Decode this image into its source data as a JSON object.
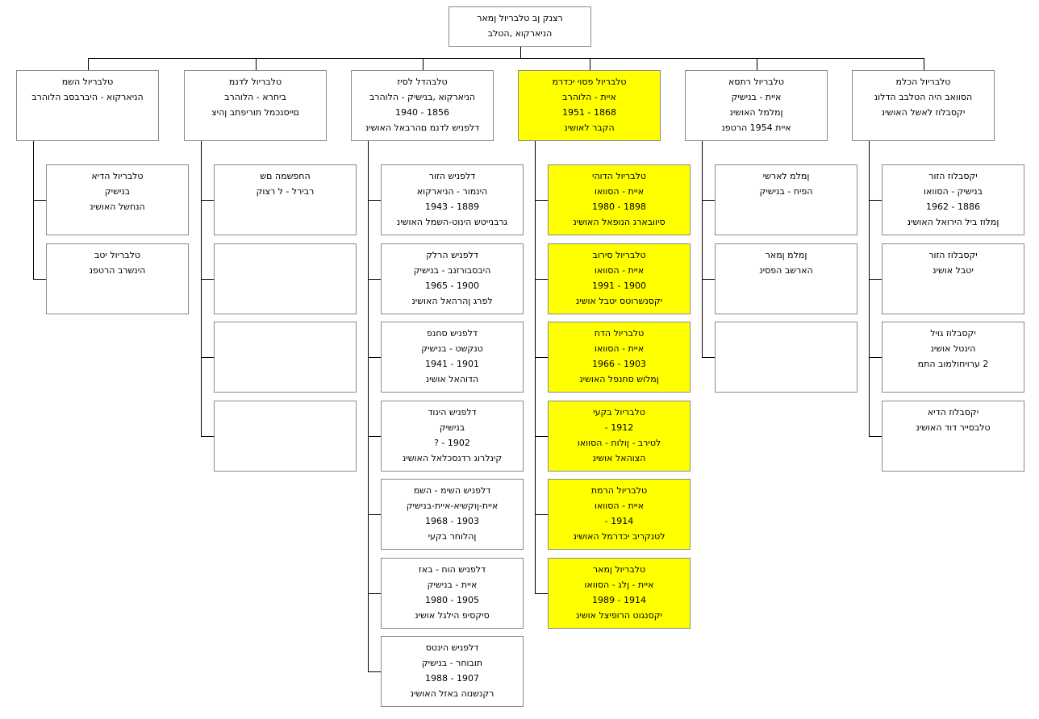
{
  "root": {
    "lines": [
      "רצנק ןב טלבריול ןמאר",
      "הניארקוא ,הטלב"
    ],
    "highlight": false
  },
  "branches": [
    {
      "head": {
        "lines": [
          "טלבריול הכלמ",
          "הסוואב היה הטלבב הדלונ",
          "יקסבלוז לאשל האושינ"
        ],
        "highlight": false
      },
      "children": [
        {
          "lines": [
            "יקסבלוז הזור",
            "בנישיק - הסוואו",
            "1886 - 1962",
            "ןמלוז ביל הירואל האושינ"
          ],
          "highlight": false
        },
        {
          "lines": [
            "יקסבלוז הזור",
            "יטבל אושינ"
          ],
          "highlight": false
        },
        {
          "lines": [
            "יקסבלוז גויל",
            "הינטל אושינ",
            "2 ערויחולמוב התמ"
          ],
          "highlight": false
        },
        {
          "lines": [
            "יקסבלוז הדיא",
            "טלבסייר דוד האושינ"
          ],
          "highlight": false
        }
      ]
    },
    {
      "head": {
        "lines": [
          "טלבריול רתסא",
          "איית - בנישיק",
          "ןמלמל האושינ",
          "איית 1954 הרטפנ"
        ],
        "highlight": false
      },
      "children": [
        {
          "lines": [
            "ןמלמ לארשי",
            "הפיח - בנישיק"
          ],
          "highlight": false
        },
        {
          "lines": [
            "ןמלמ ןמאר",
            "הארשב הפסינ"
          ],
          "highlight": false
        },
        {
          "lines": [],
          "highlight": false
        }
      ]
    },
    {
      "head": {
        "lines": [
          "טלבריול פסוי יכדרמ",
          "איית - הלוהרב",
          "1868 - 1951",
          "הקבר לאושינ"
        ],
        "highlight": true
      },
      "children": [
        {
          "lines": [
            "טלבריול הדוהי",
            "איית - הסוואו",
            "1898 - 1980",
            "סיוובארג הנופאל האושינ"
          ],
          "highlight": true
        },
        {
          "lines": [
            "טלבריול סירוב",
            "איית - הסוואו",
            "1900 - 1991",
            "יקסנשרוטס יטבל אושינ"
          ],
          "highlight": true
        },
        {
          "lines": [
            "טלבריול הדח",
            "איית - הסוואו",
            "1903 - 1966",
            "ןמלוש סחנפל האושינ"
          ],
          "highlight": true
        },
        {
          "lines": [
            "טלבריול בקעי",
            "1912 -",
            "לטירב - ןולוח - הסוואו",
            "הצוהאל אושינ"
          ],
          "highlight": true
        },
        {
          "lines": [
            "טלבריול הרמת",
            "איית - הסוואו",
            "1914 -",
            "לטנקריב יכדרמל האושינ"
          ],
          "highlight": true
        },
        {
          "lines": [
            "טלבריול ןמאר",
            "איית - ןלג - הסוואו",
            "1914 - 1989",
            "יקסנגוט הרופיצל אושינ"
          ],
          "highlight": true
        }
      ]
    },
    {
      "head": {
        "lines": [
          "טלבהדל לסיז",
          "הניארקוא ,בנישיק - הלוהרב",
          "1856 - 1940",
          "דלפניש לדנמ םהרבאל האושינ"
        ],
        "highlight": false
      },
      "children": [
        {
          "lines": [
            "דלפניש הזור",
            "הינמור - הניארקוא",
            "1889 - 1943",
            "גרבנייטש הינוט-השמל האושינ"
          ],
          "highlight": false
        },
        {
          "lines": [
            "דלפניש הרלק",
            "היבסבורזנב - בנישיק",
            "1900 - 1965",
            "לפרג ןהרהאל האושינ"
          ],
          "highlight": false
        },
        {
          "lines": [
            "דלפניש סחנפ",
            "טנקשט - בנישיק",
            "1901 - 1941",
            "הדוהאל אושינ"
          ],
          "highlight": false
        },
        {
          "lines": [
            "דלפניש הינוד",
            "בנישיק",
            "1902 - ?",
            "קינלרוג רדנסכלאל האושינ"
          ],
          "highlight": false
        },
        {
          "lines": [
            "דלפניש השימ - השמ",
            "איית-ןוקשיא-איית-בנישיק",
            "1903 - 1968",
            "ןהלוחר בקעי"
          ],
          "highlight": false
        },
        {
          "lines": [
            "דלפניש הוח - באז",
            "איית - בנישיק",
            "1905 - 1980",
            "סיקסיפ הילגל אושינ"
          ],
          "highlight": false
        },
        {
          "lines": [
            "דלפניש הינטס",
            "תובוחר - בנישיק",
            "1907 - 1988",
            "רקנשנוה באזל האושינ"
          ],
          "highlight": false
        }
      ]
    },
    {
      "head": {
        "lines": [
          "טלבריול לדנמ",
          "ביחרא - הלוהרב",
          "םייסנכמל תוריפתב ןהיצ"
        ],
        "highlight": false
      },
      "children": [
        {
          "lines": [
            "החפשמה םש",
            "רבירל - ל רצוק"
          ],
          "highlight": false
        },
        {
          "lines": [],
          "highlight": false
        },
        {
          "lines": [],
          "highlight": false
        },
        {
          "lines": [],
          "highlight": false
        }
      ]
    },
    {
      "head": {
        "lines": [
          "טלבריול השמ",
          "הניארקוא - היברבסב הלוהרב"
        ],
        "highlight": false
      },
      "children": [
        {
          "lines": [
            "טלבריול הדיא",
            "בנישיק",
            "הנחשל האושינ"
          ],
          "highlight": false
        },
        {
          "lines": [
            "טלבריול יטב",
            "הינשרב הרטפנ"
          ],
          "highlight": false
        }
      ]
    }
  ],
  "colors": {
    "highlight": "#ffff00",
    "box": "#ffffff",
    "border": "#8a8a8a",
    "line": "#000000"
  }
}
